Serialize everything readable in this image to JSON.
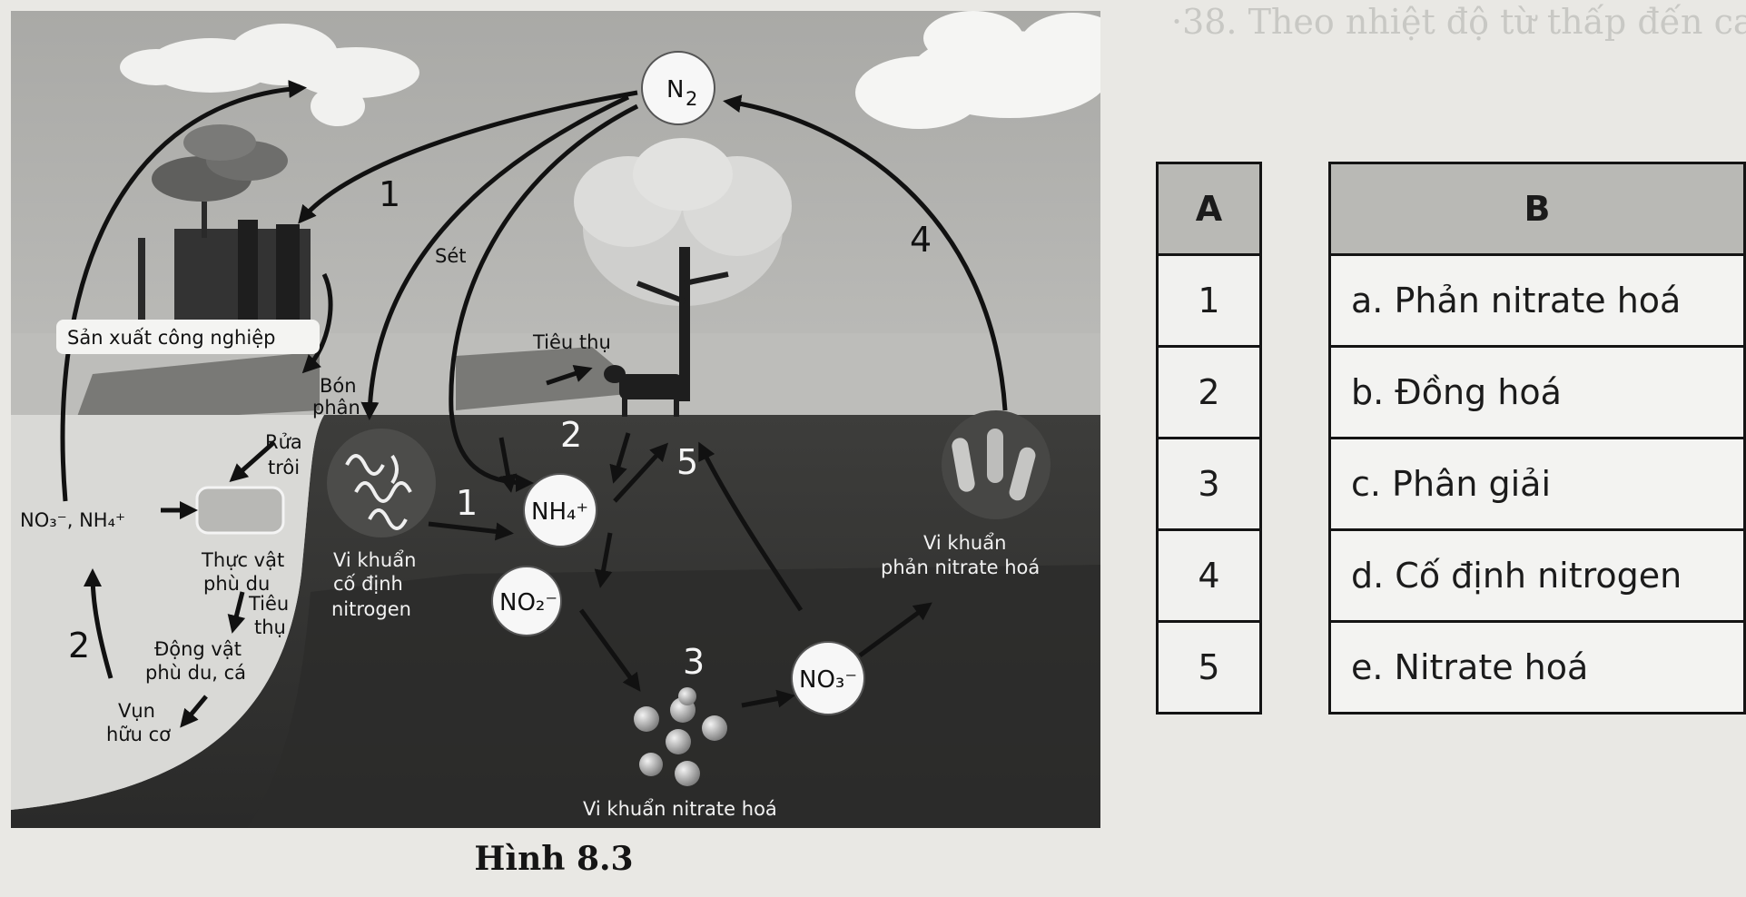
{
  "diagram": {
    "labels": {
      "n2": "N",
      "n2_sub": "2",
      "set": "Sét",
      "industry": "Sản xuất công nghiệp",
      "fertilizer_1": "Bón",
      "fertilizer_2": "phân",
      "consumption_top": "Tiêu thụ",
      "runoff_1": "Rửa",
      "runoff_2": "trôi",
      "ions_left": "NO₃⁻, NH₄⁺",
      "plankton_1": "Thực vật",
      "plankton_2": "phù du",
      "consume_1": "Tiêu",
      "consume_2": "thụ",
      "zoo_1": "Động vật",
      "zoo_2": "phù du, cá",
      "detritus_1": "Vụn",
      "detritus_2": "hữu cơ",
      "fix_bact_1": "Vi khuẩn",
      "fix_bact_2": "cố định",
      "fix_bact_3": "nitrogen",
      "nh4": "NH₄⁺",
      "no2": "NO₂⁻",
      "no3": "NO₃⁻",
      "nitr_bact": "Vi khuẩn nitrate hoá",
      "denitr_bact_1": "Vi khuẩn",
      "denitr_bact_2": "phản nitrate hoá"
    },
    "numbers": {
      "n1_top": "1",
      "n1_soil": "1",
      "n2_left": "2",
      "n2_soil": "2",
      "n3": "3",
      "n4": "4",
      "n5": "5"
    }
  },
  "caption": "Hình 8.3",
  "tableA": {
    "header": "A",
    "rows": [
      "1",
      "2",
      "3",
      "4",
      "5"
    ]
  },
  "tableB": {
    "header": "B",
    "rows": [
      "a. Phản nitrate hoá",
      "b. Đồng hoá",
      "c. Phân giải",
      "d. Cố định nitrogen",
      "e. Nitrate hoá"
    ]
  }
}
